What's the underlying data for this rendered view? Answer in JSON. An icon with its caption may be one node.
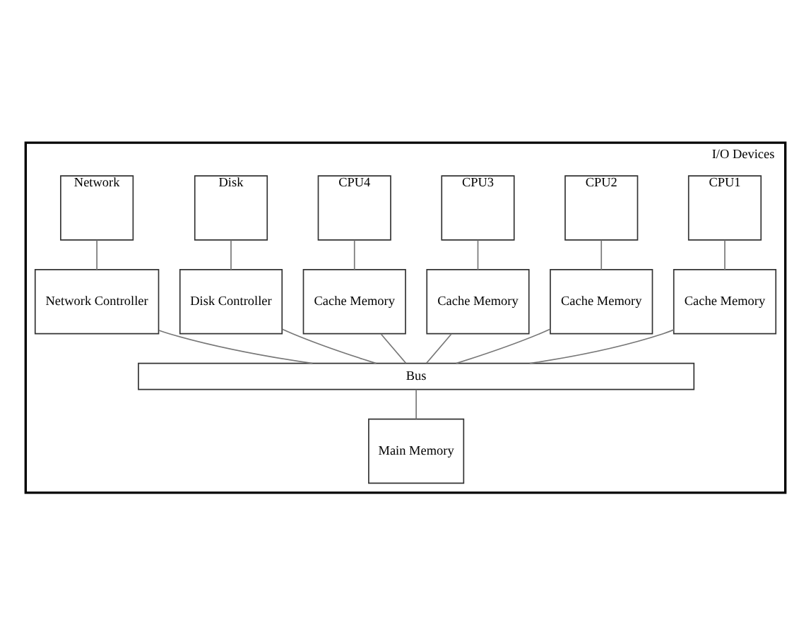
{
  "diagram": {
    "nodes": [
      {
        "text": [
          "I/O Devices"
        ]
      },
      {
        "text": [
          "CPU1"
        ],
        "in": 0
      },
      {
        "text": [
          "CPU2"
        ],
        "in": 0
      },
      {
        "text": [
          "CPU3"
        ],
        "in": 0
      },
      {
        "text": [
          "CPU4"
        ],
        "in": 0
      },
      {
        "text": [
          "Disk"
        ],
        "in": 0
      },
      {
        "text": [
          "Network"
        ],
        "in": 0
      },
      {
        "text": [
          "Cache Memory"
        ],
        "in": 0
      },
      {
        "text": [
          "Cache Memory"
        ],
        "in": 0
      },
      {
        "text": [
          "Cache Memory"
        ],
        "in": 0
      },
      {
        "text": [
          "Cache Memory"
        ],
        "in": 0
      },
      {
        "text": [
          "Disk Controller"
        ],
        "in": 0
      },
      {
        "text": [
          "Network Controller"
        ],
        "in": 0
      },
      {
        "text": [
          "Bus"
        ],
        "in": 0
      },
      {
        "text": [
          "Main Memory"
        ],
        "in": 0
      }
    ],
    "edges": [
      {
        "from": 1,
        "to": 7,
        "arrow": "none"
      },
      {
        "from": 2,
        "to": 8,
        "arrow": "none"
      },
      {
        "from": 3,
        "to": 9,
        "arrow": "none"
      },
      {
        "from": 4,
        "to": 10,
        "arrow": "none"
      },
      {
        "from": 5,
        "to": 11,
        "arrow": "none"
      },
      {
        "from": 6,
        "to": 12,
        "arrow": "none"
      },
      {
        "from": 7,
        "to": 13,
        "arrow": "none"
      },
      {
        "from": 8,
        "to": 13,
        "arrow": "none"
      },
      {
        "from": 9,
        "to": 13,
        "arrow": "none"
      },
      {
        "from": 10,
        "to": 13,
        "arrow": "none"
      },
      {
        "from": 11,
        "to": 13,
        "arrow": "none"
      },
      {
        "from": 12,
        "to": 13,
        "arrow": "none"
      },
      {
        "from": 13,
        "to": 14,
        "arrow": "none"
      }
    ]
  }
}
